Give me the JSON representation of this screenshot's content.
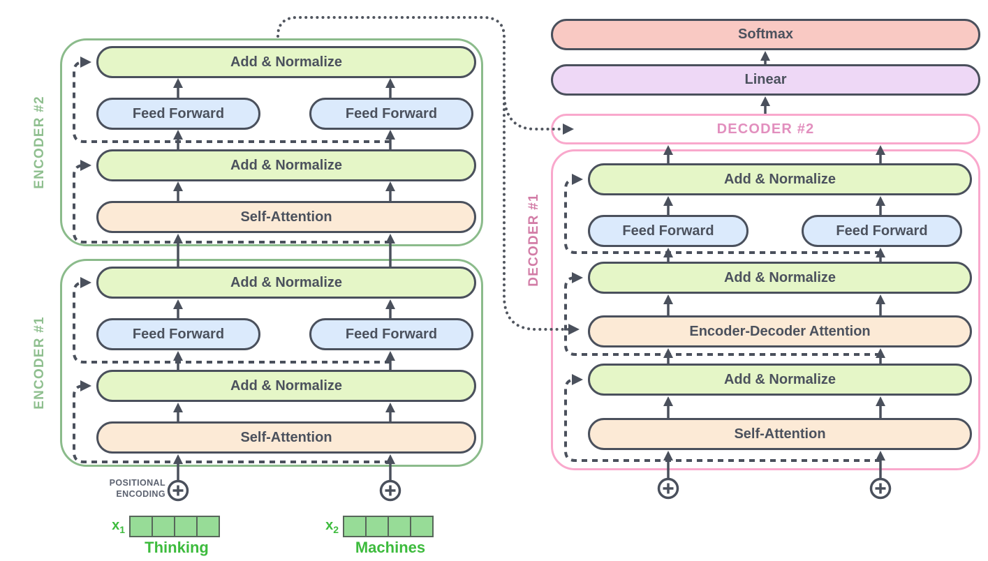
{
  "diagram_title": "transformer-encoder-decoder-stack",
  "encoders": [
    {
      "name": "ENCODER #2",
      "add_norm_top": "Add & Normalize",
      "feed_forward_left": "Feed Forward",
      "feed_forward_right": "Feed Forward",
      "add_norm_bottom": "Add & Normalize",
      "self_attention": "Self-Attention"
    },
    {
      "name": "ENCODER #1",
      "add_norm_top": "Add & Normalize",
      "feed_forward_left": "Feed Forward",
      "feed_forward_right": "Feed Forward",
      "add_norm_bottom": "Add & Normalize",
      "self_attention": "Self-Attention"
    }
  ],
  "output_head": {
    "softmax": "Softmax",
    "linear": "Linear"
  },
  "decoder2": {
    "name": "DECODER #2"
  },
  "decoder1": {
    "name": "DECODER #1",
    "add_norm_top": "Add & Normalize",
    "feed_forward_left": "Feed Forward",
    "feed_forward_right": "Feed Forward",
    "add_norm_middle": "Add & Normalize",
    "encoder_decoder_attention": "Encoder-Decoder Attention",
    "add_norm_bottom": "Add & Normalize",
    "self_attention": "Self-Attention"
  },
  "positional_encoding": {
    "line1": "POSITIONAL",
    "line2": "ENCODING"
  },
  "inputs": [
    {
      "symbol": "x",
      "subscript": "1",
      "word": "Thinking",
      "cells": 4
    },
    {
      "symbol": "x",
      "subscript": "2",
      "word": "Machines",
      "cells": 4
    }
  ],
  "colors": {
    "line_dark": "#4a505c",
    "encoder_border_green": "#8bbb8b",
    "encoder_label_green": "#8fbf8f",
    "decoder_border_pink": "#f9a8cc",
    "decoder_label_pink": "#d27ca6",
    "decoder2_text_pink": "#e28fbe",
    "add_norm_fill": "#e5f6c7",
    "feed_forward_fill": "#dbeafc",
    "attention_fill": "#fcead6",
    "softmax_fill": "#f9c9c3",
    "linear_fill": "#eed8f6",
    "embedding_fill": "#97dc97",
    "input_text_green": "#3dbb3d"
  }
}
